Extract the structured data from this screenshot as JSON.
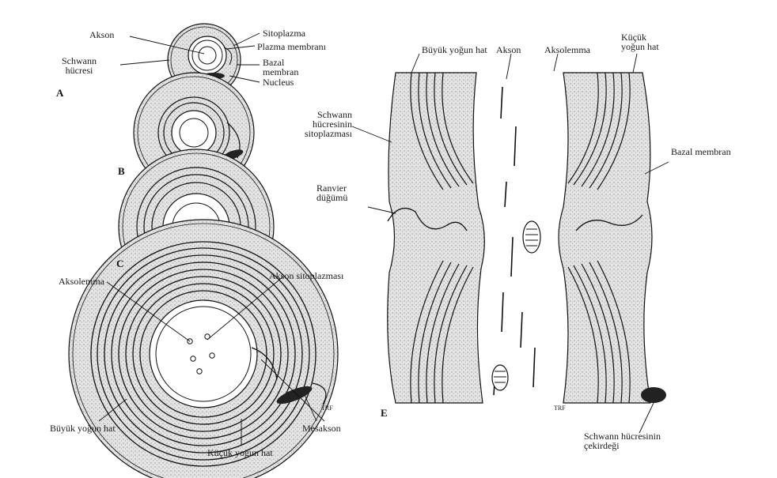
{
  "panels": {
    "a": "A",
    "b": "B",
    "c": "C",
    "e": "E"
  },
  "labels": {
    "akson": "Akson",
    "sitoplazma": "Sitoplazma",
    "plazma_membrani": "Plazma membranı",
    "schwann_1": "Schwann",
    "schwann_2": "hücresi",
    "bazal_1": "Bazal",
    "bazal_2": "membran",
    "nucleus": "Nucleus",
    "aksolemma_d": "Aksolemma",
    "akson_sitoplazmasi": "Akson sitoplazması",
    "buyuk_yogun_hat_d": "Büyük yoğun hat",
    "mesakson": "Mesakson",
    "kucuk_yogun_hat_d": "Küçük yoğun hat",
    "buyuk_yogun_hat_e": "Büyük yoğun hat",
    "akson_e": "Akson",
    "aksolemma_e": "Aksolemma",
    "kucuk_1": "Küçük",
    "kucuk_2": "yoğun hat",
    "schwann_sito_1": "Schwann",
    "schwann_sito_2": "hücresinin",
    "schwann_sito_3": "sitoplazması",
    "bazal_membran_e": "Bazal membran",
    "ranvier_1": "Ranvier",
    "ranvier_2": "düğümü",
    "schwann_cek_1": "Schwann hücresinin",
    "schwann_cek_2": "çekirdeği",
    "signature": "TRF"
  }
}
